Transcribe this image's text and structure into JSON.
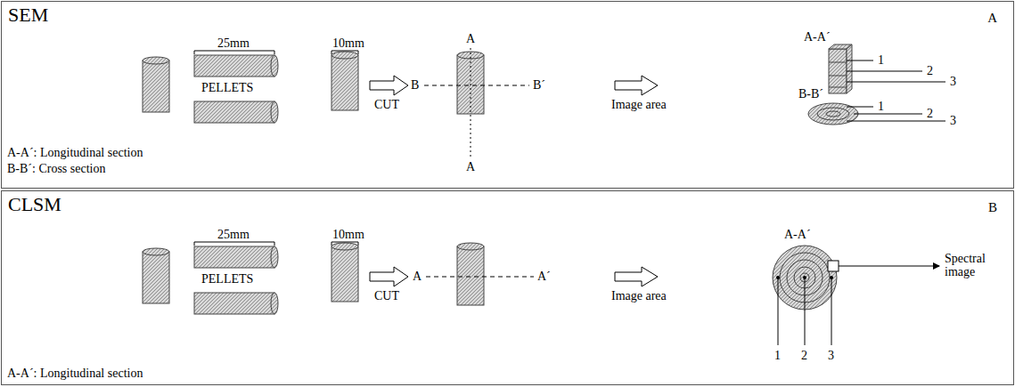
{
  "diagram": {
    "nodes": [
      {
        "text": [
          "SEM",
          "A"
        ]
      },
      {
        "text": [
          "CLSM",
          "B"
        ]
      }
    ],
    "labels": [
      "25mm",
      "10mm",
      "PELLETS",
      "CUT",
      "B",
      "A",
      "A",
      "B´",
      "Image area",
      "A-A´",
      "1",
      "2",
      "3",
      "B-B´",
      "1",
      "2",
      "3",
      "A-A´: Longitudinal section",
      "B-B´: Cross section",
      "25mm",
      "10mm",
      "PELLETS",
      "CUT",
      "A",
      "A´",
      "Image area",
      "A-A´",
      "Spectral image",
      "1",
      "2",
      "3",
      "A-A´: Longitudinal section"
    ]
  }
}
